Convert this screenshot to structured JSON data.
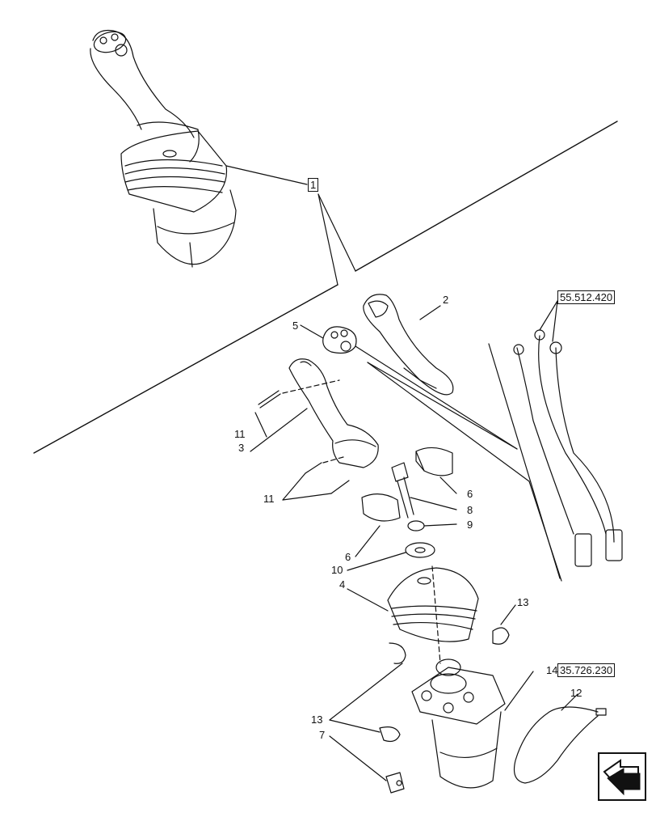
{
  "diagram": {
    "callouts": {
      "c1": "1",
      "c2": "2",
      "c3": "3",
      "c4": "4",
      "c5": "5",
      "c6a": "6",
      "c6b": "6",
      "c7": "7",
      "c8": "8",
      "c9": "9",
      "c10": "10",
      "c11a": "11",
      "c11b": "11",
      "c12": "12",
      "c13a": "13",
      "c13b": "13",
      "c14": "14"
    },
    "references": {
      "harness_ref": "55.512.420",
      "base_ref": "35.726.230"
    },
    "nav_icon": "page-turn-arrow-icon"
  }
}
